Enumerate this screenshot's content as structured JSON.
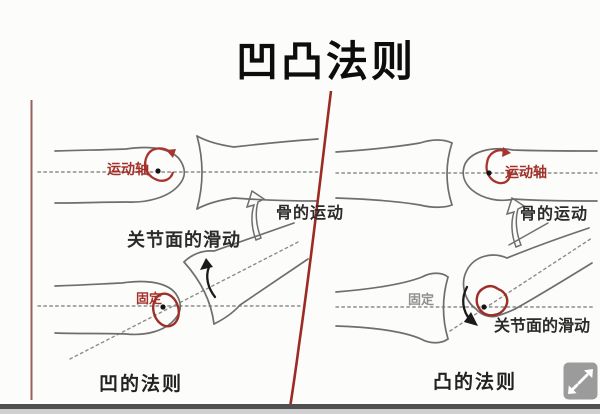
{
  "title": "凹凸法则",
  "left_panel": {
    "caption": "凹的法则",
    "labels": {
      "motion_axis": "运动轴",
      "bone_motion": "骨的运动",
      "joint_glide": "关节面的滑动",
      "fixed": "固定"
    }
  },
  "right_panel": {
    "caption": "凸的法则",
    "labels": {
      "motion_axis": "运动轴",
      "bone_motion": "骨的运动",
      "joint_glide": "关节面的滑动",
      "fixed": "固定"
    }
  },
  "controls": {
    "expand_button": "expand-fullscreen"
  },
  "colors": {
    "annotation_red": "#a23129",
    "divider_red": "#9c2b24",
    "bone_outline_gray": "#6e6e6e",
    "dashed_line_gray": "#8c8c8c",
    "fixed_label_gray": "#8f8f8f",
    "text_dark": "#242424",
    "icon_background": "#9b9b9b",
    "bottom_bar_dark": "#4f4f4f"
  }
}
